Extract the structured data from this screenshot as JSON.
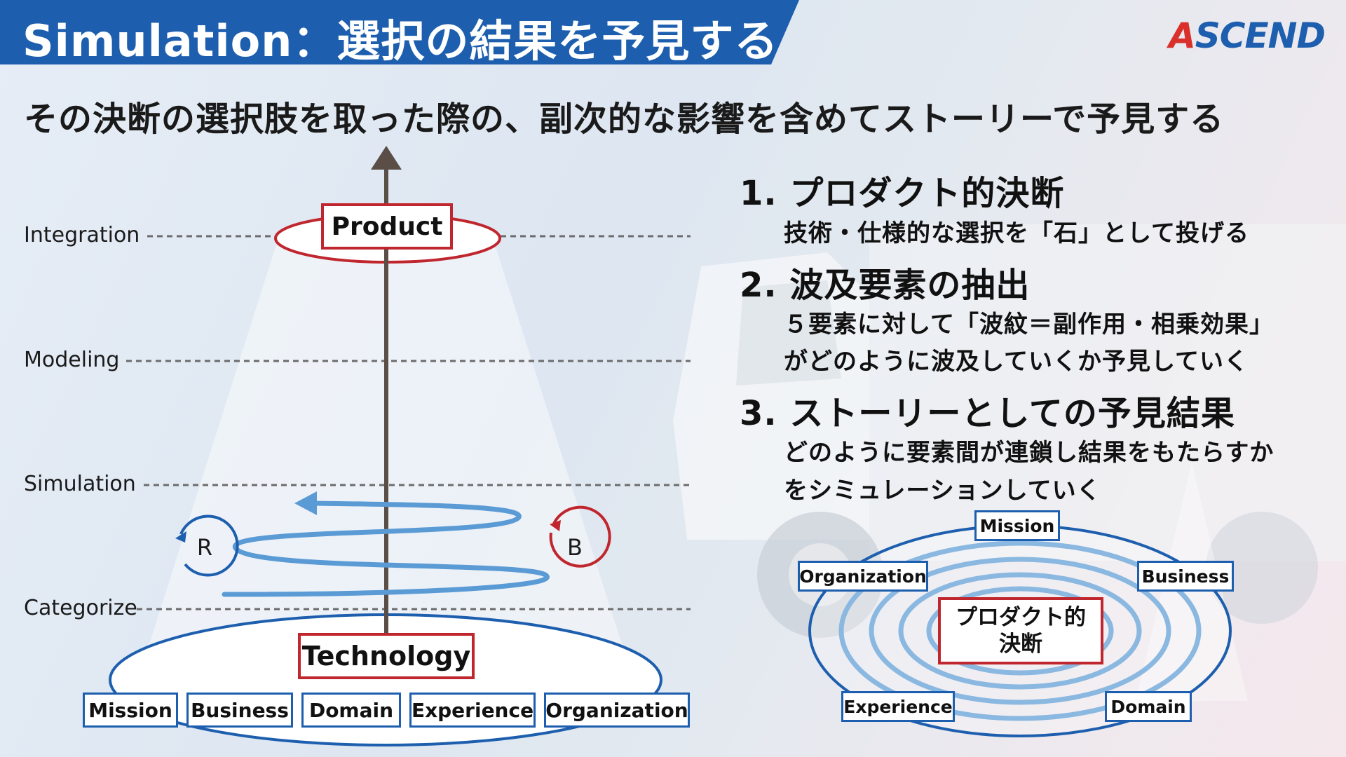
{
  "header": {
    "title": "Simulation：選択の結果を予見する",
    "logo_text": "ASCEND"
  },
  "subtitle": "その決断の選択肢を取った際の、副次的な影響を含めてストーリーで予見する",
  "levels": [
    "Integration",
    "Modeling",
    "Simulation",
    "Categorize"
  ],
  "left_diagram": {
    "top_box": "Product",
    "bottom_box": "Technology",
    "loops": {
      "reinforcing": "R",
      "balancing": "B"
    },
    "elements": [
      "Mission",
      "Business",
      "Domain",
      "Experience",
      "Organization"
    ]
  },
  "steps": [
    {
      "heading": "1. プロダクト的決断",
      "lines": [
        "技術・仕様的な選択を「石」として投げる"
      ]
    },
    {
      "heading": "2. 波及要素の抽出",
      "lines": [
        "５要素に対して「波紋＝副作用・相乗効果」",
        "がどのように波及していくか予見していく"
      ]
    },
    {
      "heading": "3. ストーリーとしての予見結果",
      "lines": [
        "どのように要素間が連鎖し結果をもたらすか",
        "をシミュレーションしていく"
      ]
    }
  ],
  "ripple_diagram": {
    "center_lines": [
      "プロダクト的",
      "決断"
    ],
    "top": "Mission",
    "left": "Organization",
    "right": "Business",
    "bottom_left": "Experience",
    "bottom_right": "Domain"
  },
  "colors": {
    "brand_blue": "#1d5fae",
    "accent_red": "#c0262d",
    "flow_blue": "#5b9bd5",
    "axis_brown": "#5a4e46"
  }
}
